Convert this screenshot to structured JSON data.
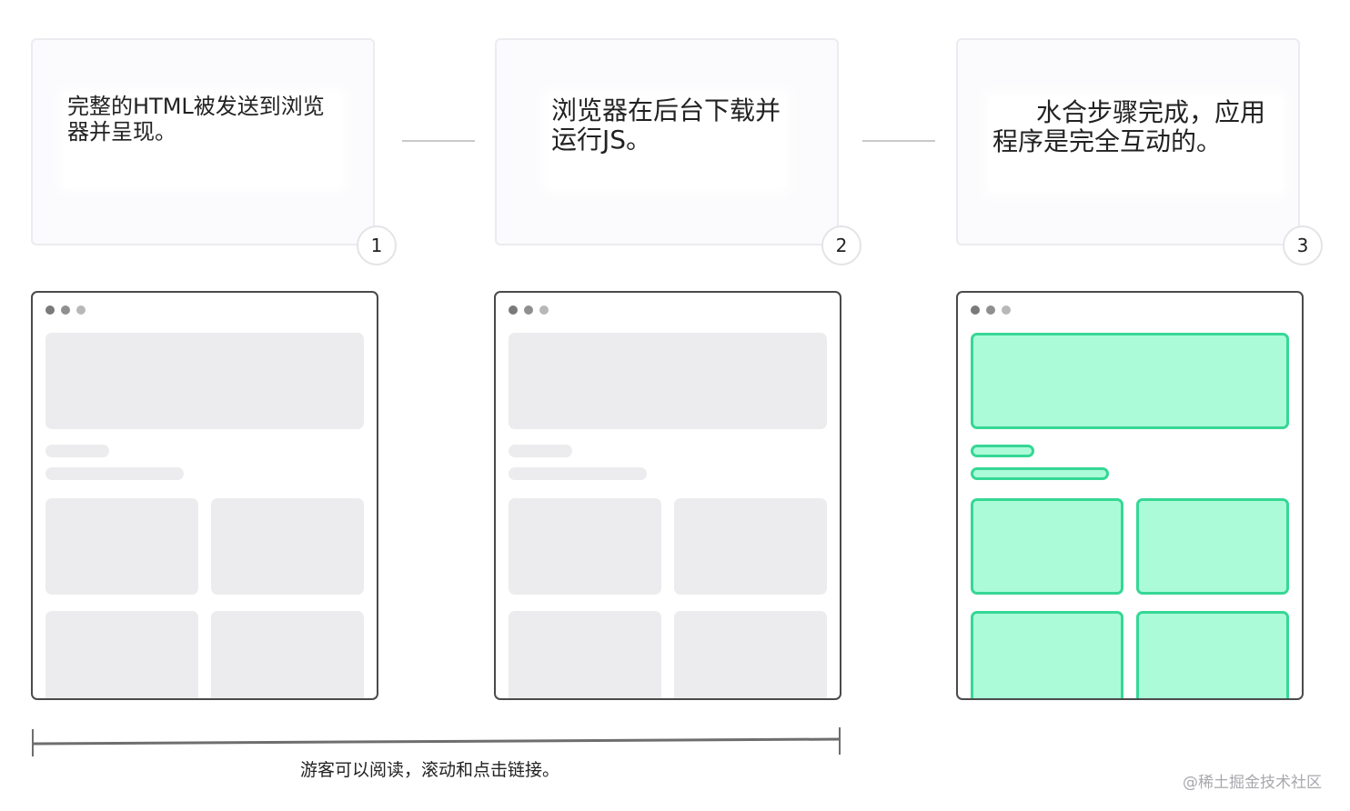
{
  "steps": [
    {
      "number": "1",
      "caption": "完整的HTML被发送到浏览器并呈现。"
    },
    {
      "number": "2",
      "caption": "浏览器在后台下载并运行JS。"
    },
    {
      "number": "3",
      "caption": "水合步骤完成，应用程序是完全互动的。"
    }
  ],
  "timeline": {
    "caption": "游客可以阅读，滚动和点击链接。"
  },
  "watermark": "@稀土掘金技术社区",
  "colors": {
    "placeholder_fill": "#ececee",
    "hydrated_fill": "#abfbd9",
    "hydrated_stroke": "#36d795",
    "window_border": "#4a4a4a"
  }
}
